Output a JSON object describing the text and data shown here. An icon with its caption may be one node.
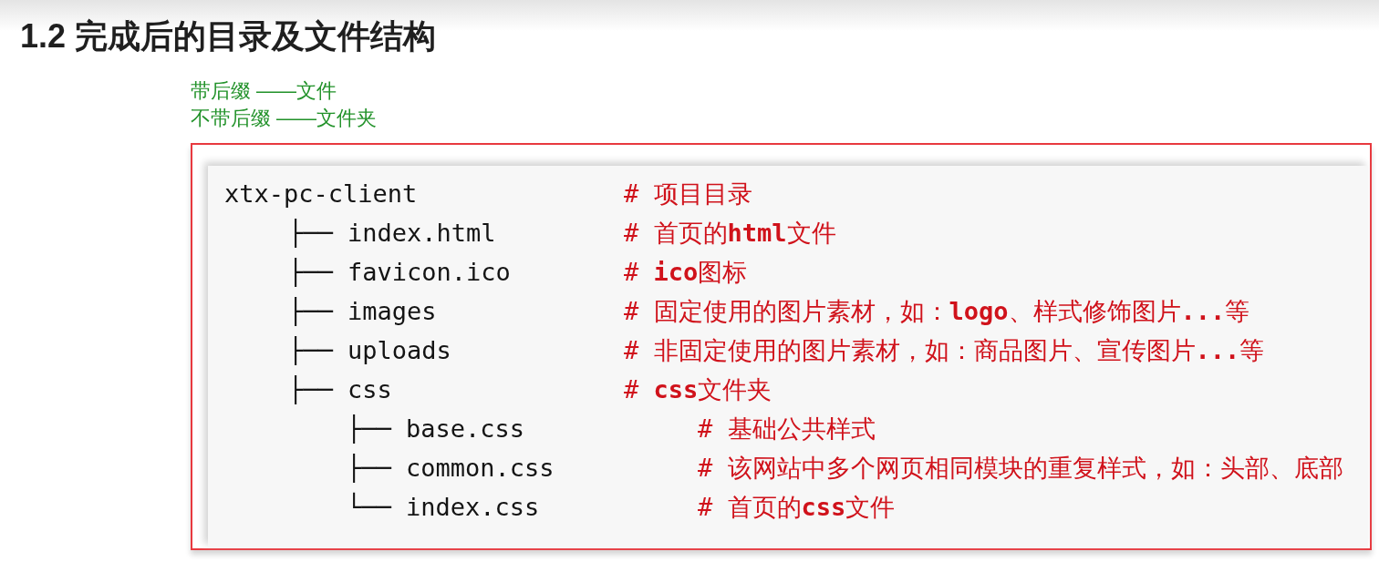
{
  "diagram": {
    "title": "1.2 完成后的目录及文件结构",
    "nodes": [
      {
        "text": [],
        "shape": "box"
      },
      {
        "text": [
          "xtx-pc-client",
          "# 项目目录",
          "├── index.html",
          "# 首页的**html**文件",
          "├── favicon.ico",
          "# **ico**图标",
          "├── images",
          "# 固定使用的图片素材，如：**logo**、样式修饰图片**...**等",
          "├── uploads",
          "# 非固定使用的图片素材，如：商品图片、宣传图片**...**等",
          "├── css",
          "# **css**文件夹",
          "├── base.css",
          "# 基础公共样式",
          "├── common.css",
          "# 该网站中多个网页相同模块的重复样式，如：头部、底部",
          "└── index.css",
          "# 首页的**css**文件"
        ],
        "in": 0
      }
    ],
    "labels": [
      "带后缀 ——文件",
      "不带后缀 ——文件夹"
    ]
  }
}
